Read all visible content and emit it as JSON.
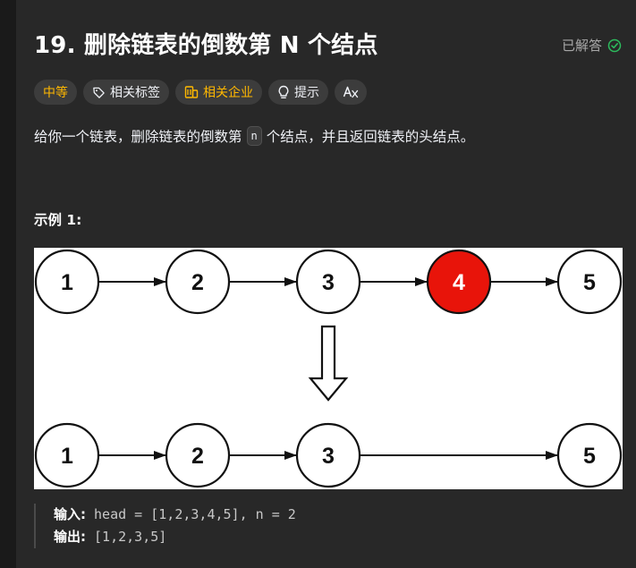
{
  "problem": {
    "title": "19. 删除链表的倒数第 N 个结点",
    "status": "已解答",
    "status_color": "#2cbb5d"
  },
  "tags": [
    {
      "label": "中等",
      "icon": "",
      "color": "#ffb800"
    },
    {
      "label": "相关标签",
      "icon": "tag-icon",
      "color": "#eff1f6"
    },
    {
      "label": "相关企业",
      "icon": "building-icon",
      "color": "#ffb800"
    },
    {
      "label": "提示",
      "icon": "lightbulb-icon",
      "color": "#eff1f6"
    },
    {
      "label": "",
      "icon": "translate-icon",
      "color": "#eff1f6"
    }
  ],
  "description": {
    "before": "给你一个链表，删除链表的倒数第",
    "code": "n",
    "after": "个结点，并且返回链表的头结点。"
  },
  "example": {
    "title": "示例 1:",
    "diagram": {
      "before_nodes": [
        "1",
        "2",
        "3",
        "4",
        "5"
      ],
      "highlighted_node": "4",
      "highlight_color": "#e8140a",
      "after_nodes": [
        "1",
        "2",
        "3",
        "5"
      ]
    },
    "input_label": "输入:",
    "input_value": "head = [1,2,3,4,5], n = 2",
    "output_label": "输出:",
    "output_value": "[1,2,3,5]"
  }
}
